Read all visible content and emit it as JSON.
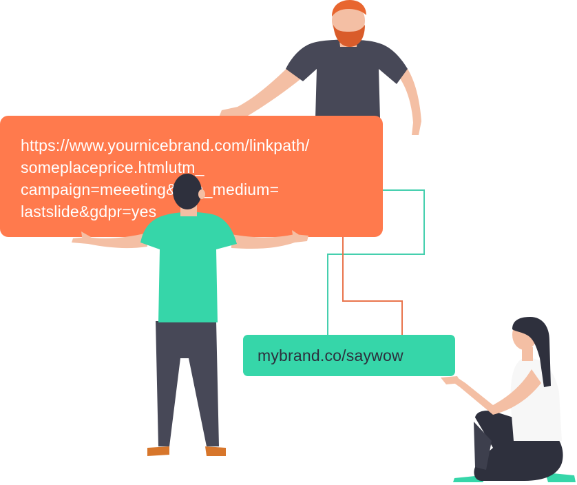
{
  "long_url": {
    "lines": [
      "https://www.yournicebrand.com/linkpath/",
      "someplaceprice.htmlutm_",
      "campaign=meeeting&utm_medium=",
      "lastslide&gdpr=yes"
    ]
  },
  "short_url": {
    "text": "mybrand.co/saywow"
  },
  "colors": {
    "card_orange": "#ff7a4d",
    "card_green": "#36d6a9",
    "connector_teal": "#45cfae",
    "connector_orange": "#e9744c",
    "shirt_dark": "#474857",
    "skin": "#f4bfa4",
    "hair_red": "#e8662f"
  },
  "illustration": {
    "figures": [
      "bearded-man-icon",
      "man-holding-card-icon",
      "seated-woman-icon"
    ]
  }
}
